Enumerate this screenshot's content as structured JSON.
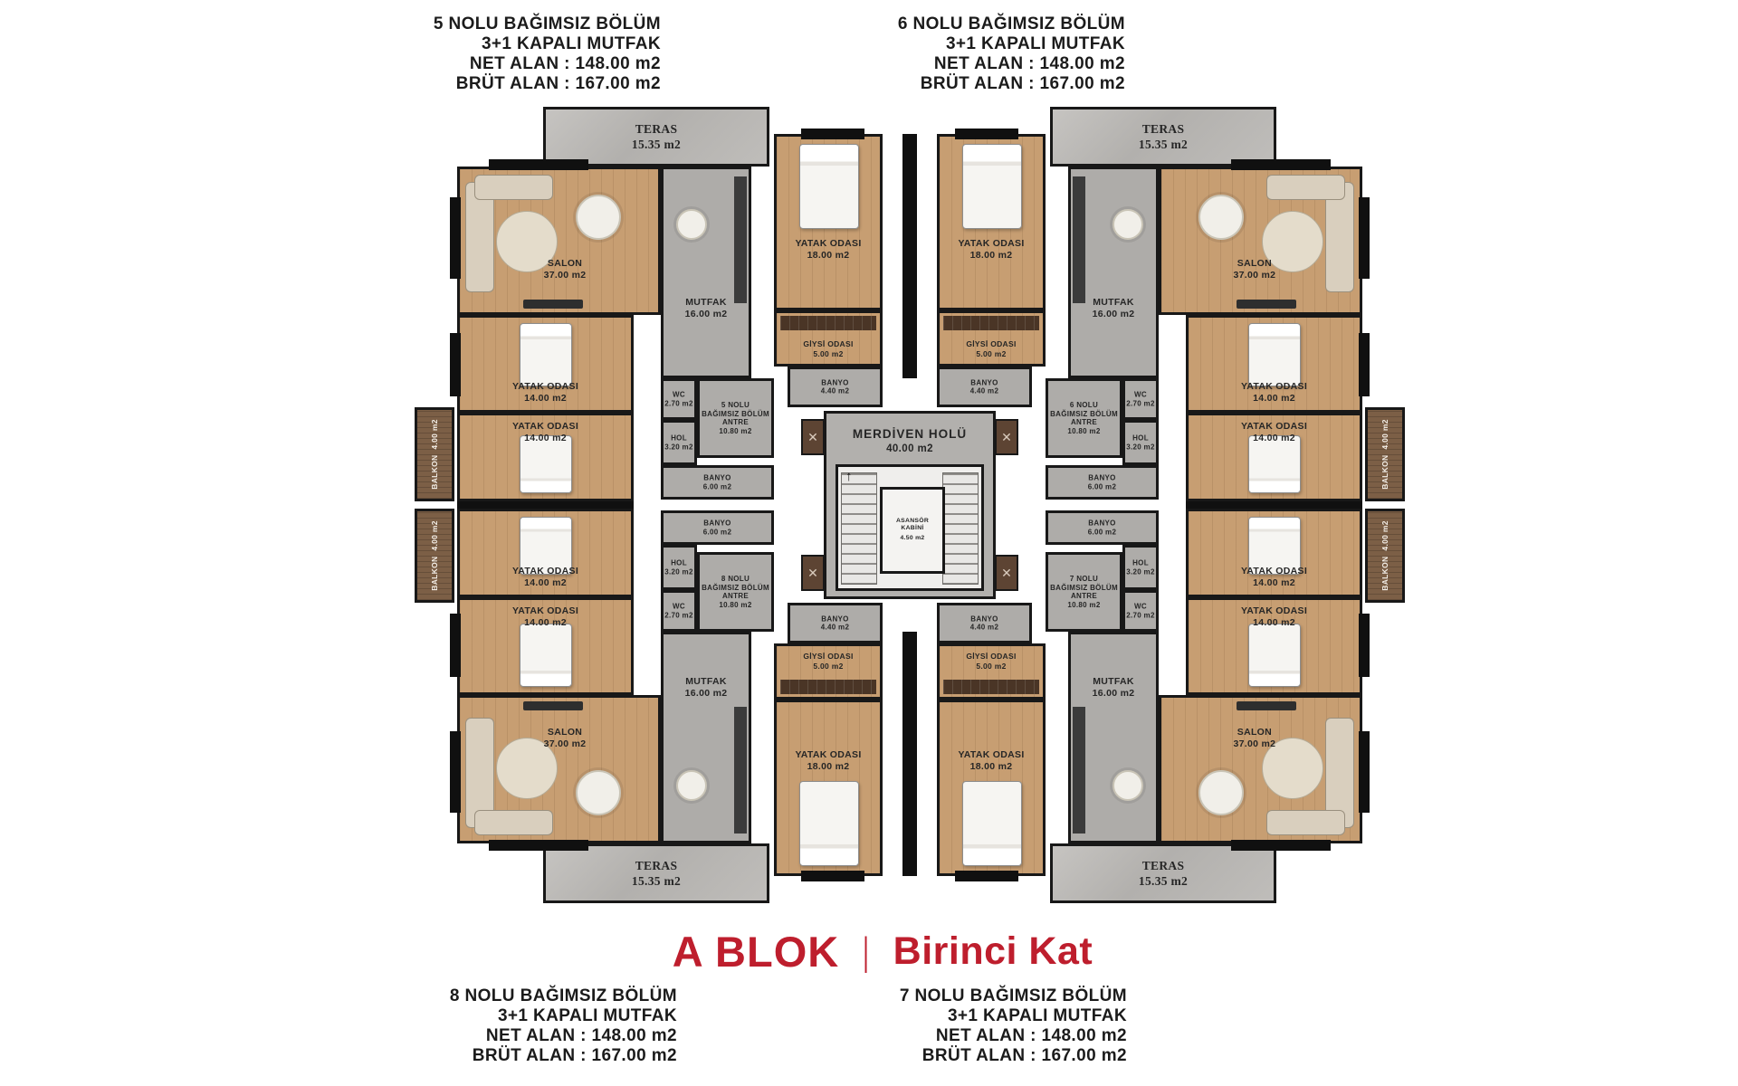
{
  "title": {
    "block": "A BLOK",
    "separator": "|",
    "floor": "Birinci Kat"
  },
  "unit_cards": {
    "unit5": {
      "lines": [
        "5 NOLU BAĞIMSIZ BÖLÜM",
        "3+1 KAPALI MUTFAK",
        "NET ALAN : 148.00 m2",
        "BRÜT ALAN : 167.00 m2"
      ]
    },
    "unit6": {
      "lines": [
        "6 NOLU BAĞIMSIZ BÖLÜM",
        "3+1 KAPALI MUTFAK",
        "NET ALAN : 148.00 m2",
        "BRÜT ALAN : 167.00 m2"
      ]
    },
    "unit7": {
      "lines": [
        "7 NOLU BAĞIMSIZ BÖLÜM",
        "3+1 KAPALI MUTFAK",
        "NET ALAN : 148.00 m2",
        "BRÜT ALAN : 167.00 m2"
      ]
    },
    "unit8": {
      "lines": [
        "8 NOLU BAĞIMSIZ BÖLÜM",
        "3+1 KAPALI MUTFAK",
        "NET ALAN : 148.00 m2",
        "BRÜT ALAN : 167.00 m2"
      ]
    }
  },
  "rooms": {
    "teras": {
      "name": "TERAS",
      "area": "15.35 m2"
    },
    "salon": {
      "name": "SALON",
      "area": "37.00 m2"
    },
    "mutfak": {
      "name": "MUTFAK",
      "area": "16.00 m2"
    },
    "yatak18": {
      "name": "YATAK ODASI",
      "area": "18.00 m2"
    },
    "yatak14": {
      "name": "YATAK ODASI",
      "area": "14.00 m2"
    },
    "giysi": {
      "name": "GİYSİ ODASI",
      "area": "5.00 m2"
    },
    "banyo44": {
      "name": "BANYO",
      "area": "4.40 m2"
    },
    "banyo6": {
      "name": "BANYO",
      "area": "6.00 m2"
    },
    "wc": {
      "name": "WC",
      "area": "2.70 m2"
    },
    "hol": {
      "name": "HOL",
      "area": "3.20 m2"
    },
    "balkon": {
      "name": "BALKON",
      "area": "4.00 m2"
    }
  },
  "antre": {
    "unit5": "5 NOLU",
    "unit6": "6 NOLU",
    "unit7": "7 NOLU",
    "unit8": "8 NOLU",
    "suffix1": "BAĞIMSIZ BÖLÜM",
    "suffix2": "ANTRE",
    "area": "10.80 m2"
  },
  "core": {
    "hall_name": "MERDİVEN HOLÜ",
    "hall_area": "40.00 m2",
    "elevator_line1": "ASANSÖR",
    "elevator_line2": "KABİNİ",
    "elevator_area": "4.50 m2",
    "stairs_arrow": "↑"
  },
  "colors": {
    "accent_red": "#be1e2d",
    "wall": "#181818",
    "wood_floor": "#c79e72",
    "gray_floor": "#aeaca9",
    "balcony_wood": "#7c5f46",
    "text": "#1b1b1b"
  }
}
